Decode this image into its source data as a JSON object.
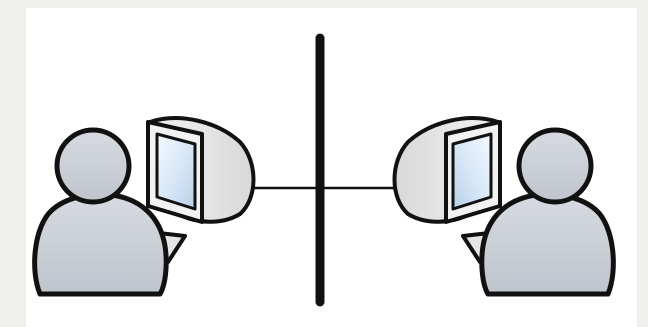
{
  "diagram": {
    "nodes": [
      {
        "id": "user-left",
        "kind": "user-at-computer",
        "facing": "right"
      },
      {
        "id": "user-right",
        "kind": "user-at-computer",
        "facing": "left"
      }
    ],
    "edges": [
      {
        "from": "user-left",
        "to": "user-right",
        "style": "solid",
        "crosses": "barrier"
      }
    ],
    "barrier": {
      "kind": "vertical-divider",
      "color": "#111111"
    },
    "colors": {
      "background": "#efefeb",
      "canvas": "#ffffff",
      "user_fill": "#cfd3d9",
      "monitor_fill": "#e9e9e9",
      "screen_fill": "#d9e7f6",
      "outline": "#111111"
    },
    "icons": [
      "user-icon",
      "monitor-icon",
      "keyboard-icon"
    ]
  }
}
